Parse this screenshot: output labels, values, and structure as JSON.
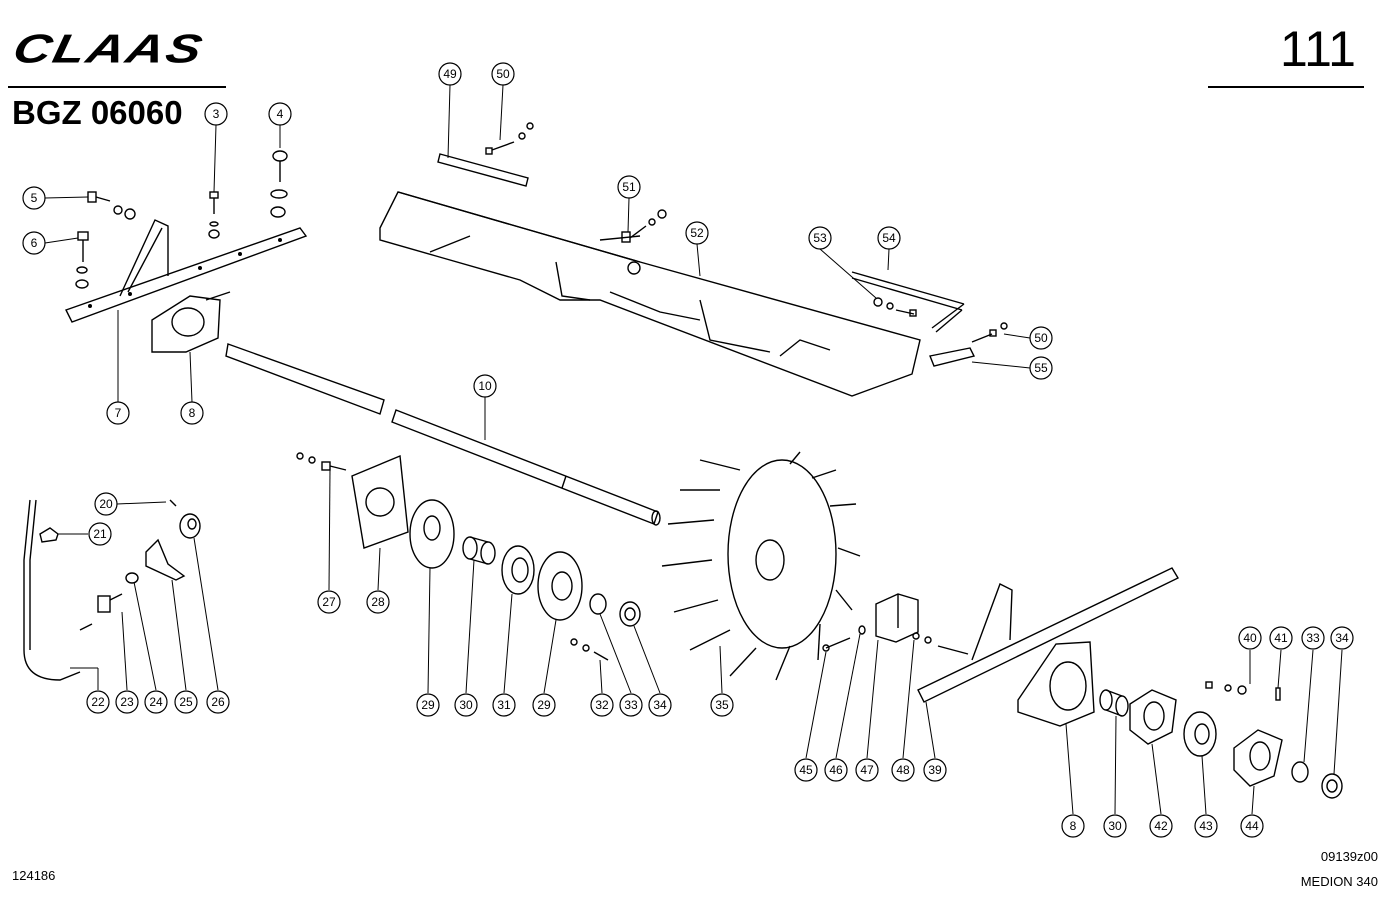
{
  "header": {
    "logo_text": "CLAAS",
    "group_code": "BGZ 06060",
    "page_number": "111"
  },
  "footer": {
    "doc_number": "124186",
    "drawing_number": "09139z00",
    "model_name": "MEDION 340"
  },
  "callouts": {
    "c1": "3",
    "c2": "4",
    "c3": "5",
    "c4": "6",
    "c5": "7",
    "c6": "8",
    "c7": "49",
    "c8": "50",
    "c9": "51",
    "c10": "52",
    "c11": "53",
    "c12": "54",
    "c13": "50",
    "c14": "55",
    "c15": "10",
    "c16": "20",
    "c17": "21",
    "c18": "22",
    "c19": "23",
    "c20": "24",
    "c21": "25",
    "c22": "26",
    "c23": "27",
    "c24": "28",
    "c25": "29",
    "c26": "30",
    "c27": "31",
    "c28": "29",
    "c29": "32",
    "c30": "33",
    "c31": "34",
    "c32": "35",
    "c33": "45",
    "c34": "46",
    "c35": "47",
    "c36": "48",
    "c37": "39",
    "c38": "40",
    "c39": "41",
    "c40": "33",
    "c41": "34",
    "c42": "8",
    "c43": "30",
    "c44": "42",
    "c45": "43",
    "c46": "44"
  }
}
